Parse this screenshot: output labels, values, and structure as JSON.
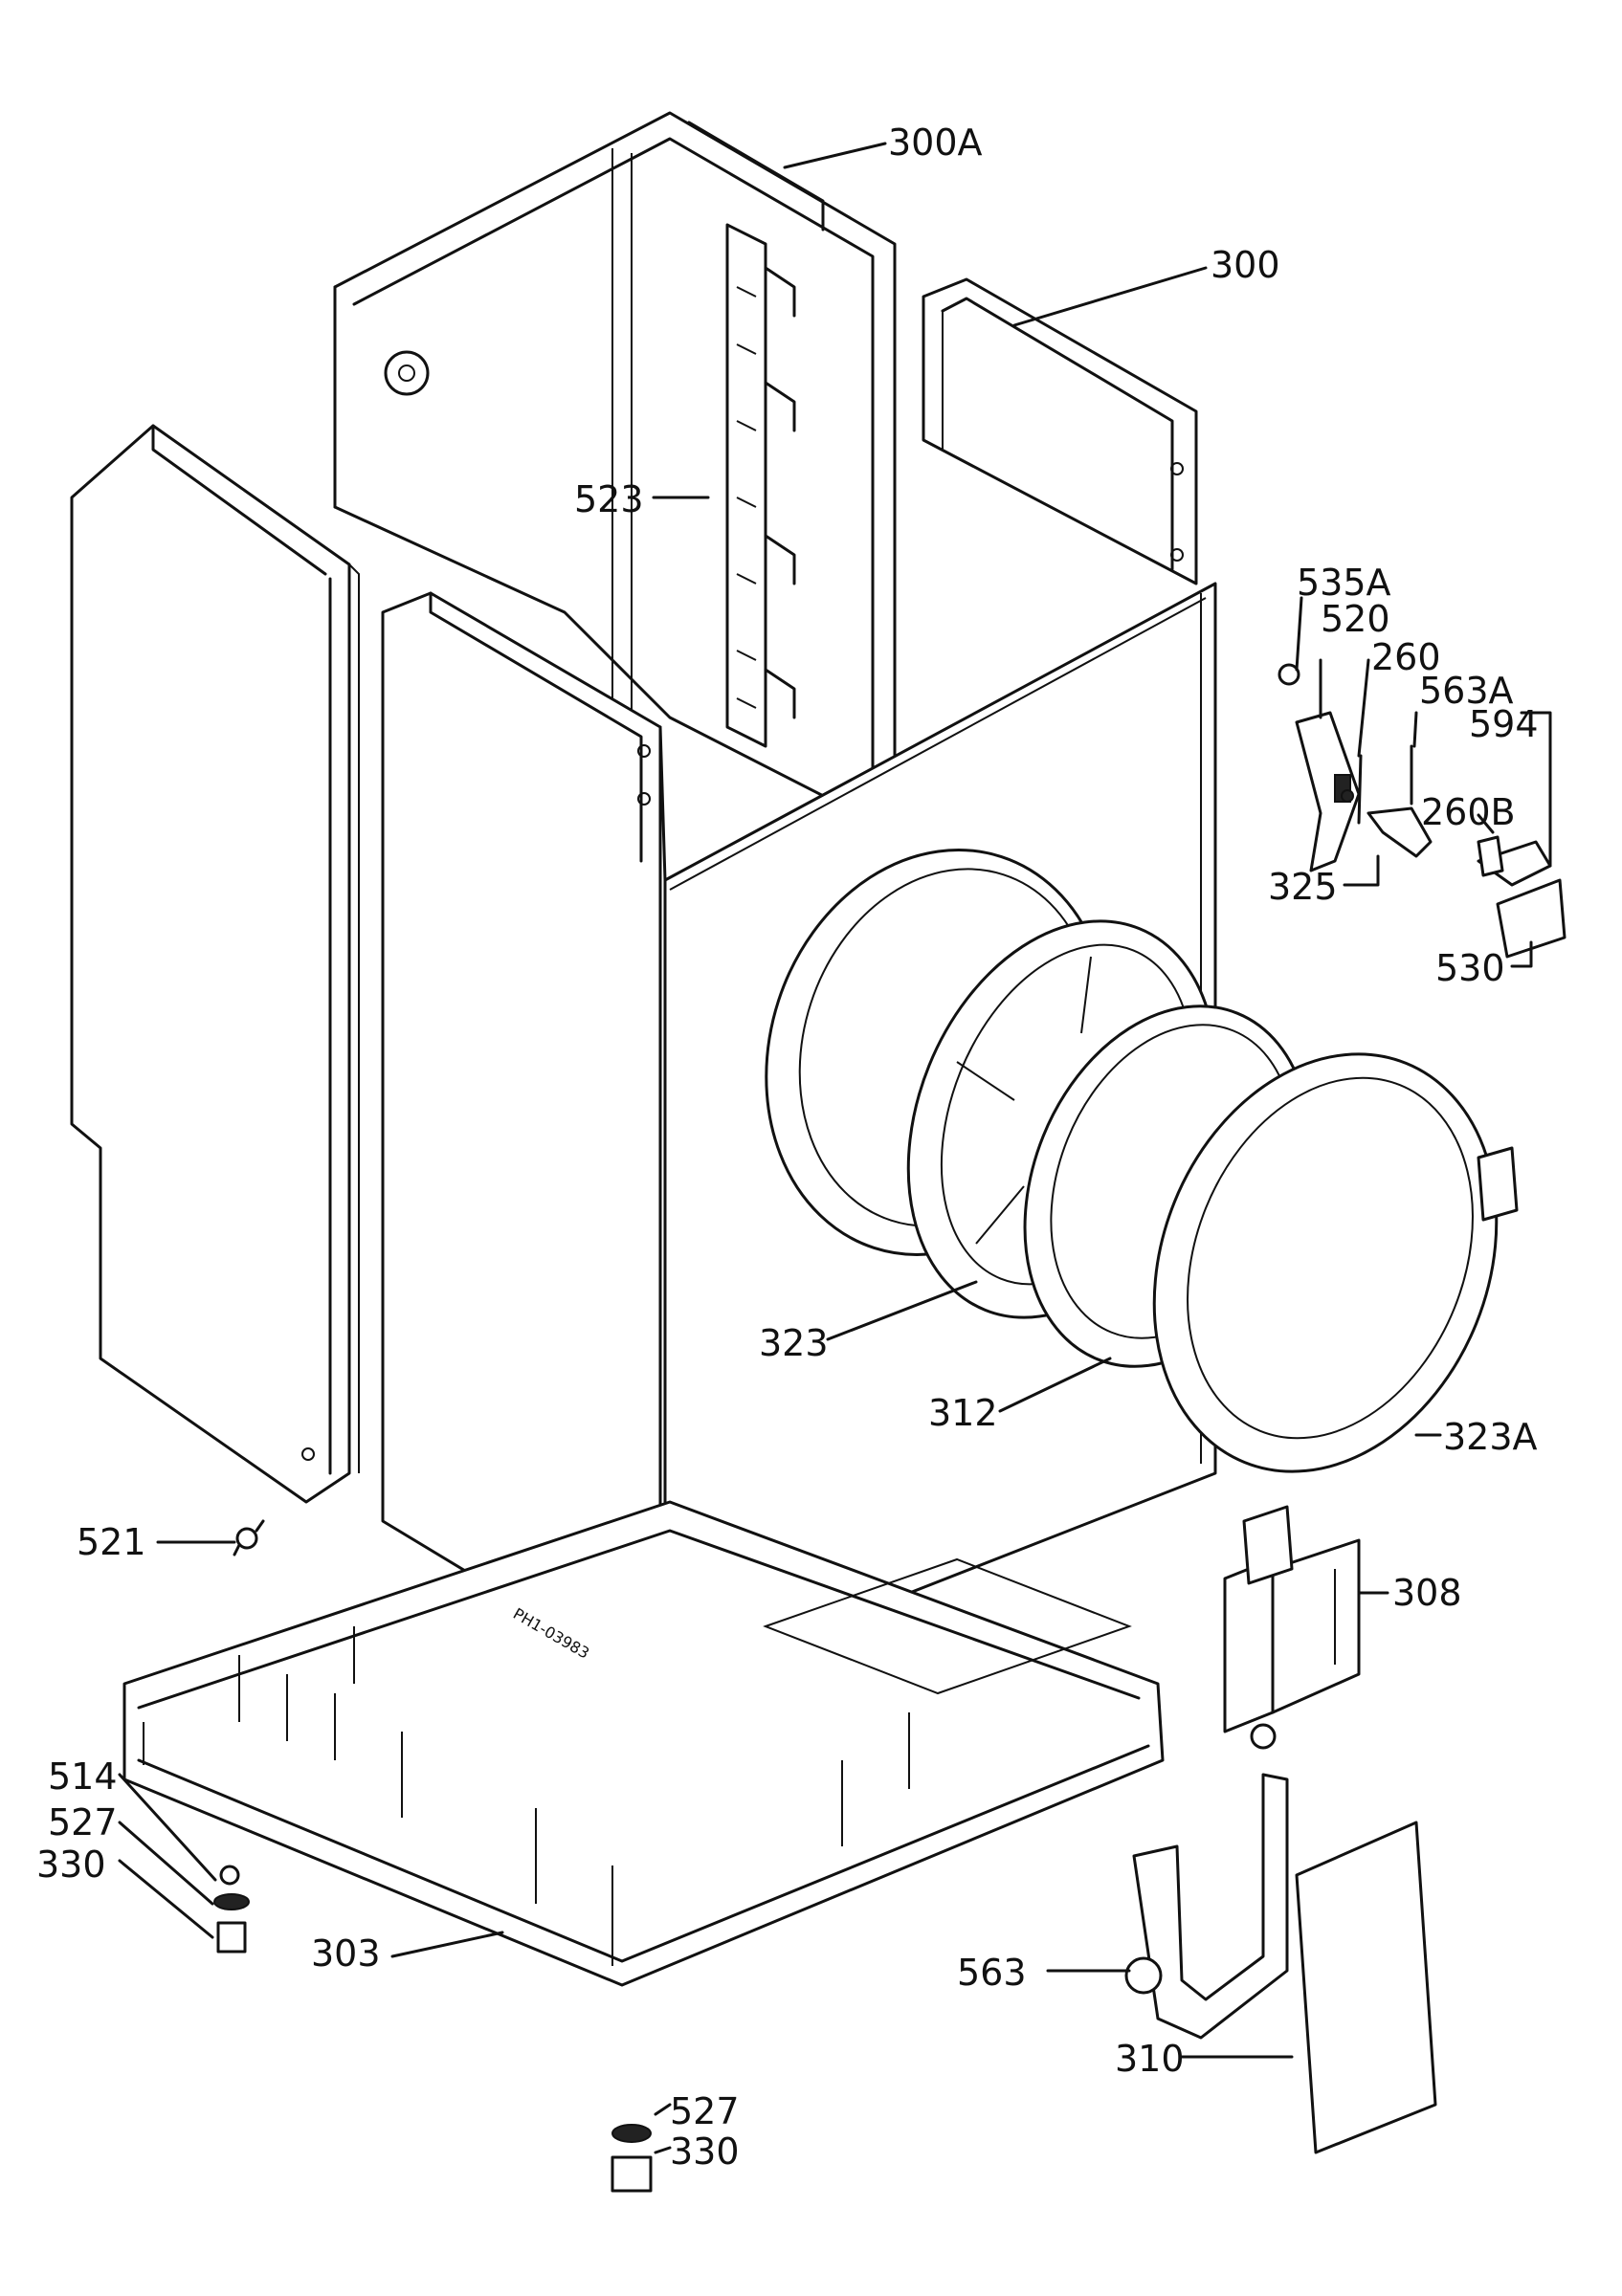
{
  "colors": {
    "ink": "#111111",
    "background": "#ffffff"
  },
  "labels": {
    "p300a": "300A",
    "p300": "300",
    "p523": "523",
    "p535a": "535A",
    "p520": "520",
    "p260": "260",
    "p563a": "563A",
    "p594": "594",
    "p260b": "260B",
    "p325": "325",
    "p530": "530",
    "p323": "323",
    "p312": "312",
    "p323a": "323A",
    "p521": "521",
    "p308": "308",
    "p514": "514",
    "p527": "527",
    "p330": "330",
    "p303": "303",
    "p527b": "527",
    "p330b": "330",
    "p563": "563",
    "p310": "310"
  },
  "stamp": "PH1-03983"
}
